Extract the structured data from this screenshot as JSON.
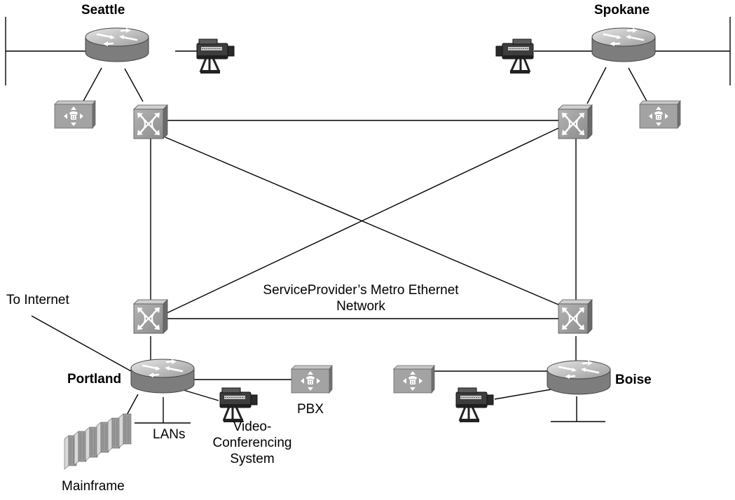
{
  "sites": {
    "seattle": "Seattle",
    "spokane": "Spokane",
    "portland": "Portland",
    "boise": "Boise"
  },
  "labels": {
    "to_internet": "To Internet",
    "metro_line1": "ServiceProvider’s Metro Ethernet",
    "metro_line2": "Network",
    "pbx": "PBX",
    "lans": "LANs",
    "video_line1": "Video-",
    "video_line2": "Conferencing",
    "video_line3": "System",
    "mainframe": "Mainframe"
  },
  "icons": {
    "router": "router-icon",
    "switch": "metro-ethernet-switch-icon",
    "pbx": "pbx-phone-icon",
    "video": "video-camera-icon",
    "mainframe": "mainframe-icon"
  },
  "colors": {
    "device_gray": "#9a9a9a",
    "device_dark": "#6e6e6e",
    "line": "#000000"
  }
}
